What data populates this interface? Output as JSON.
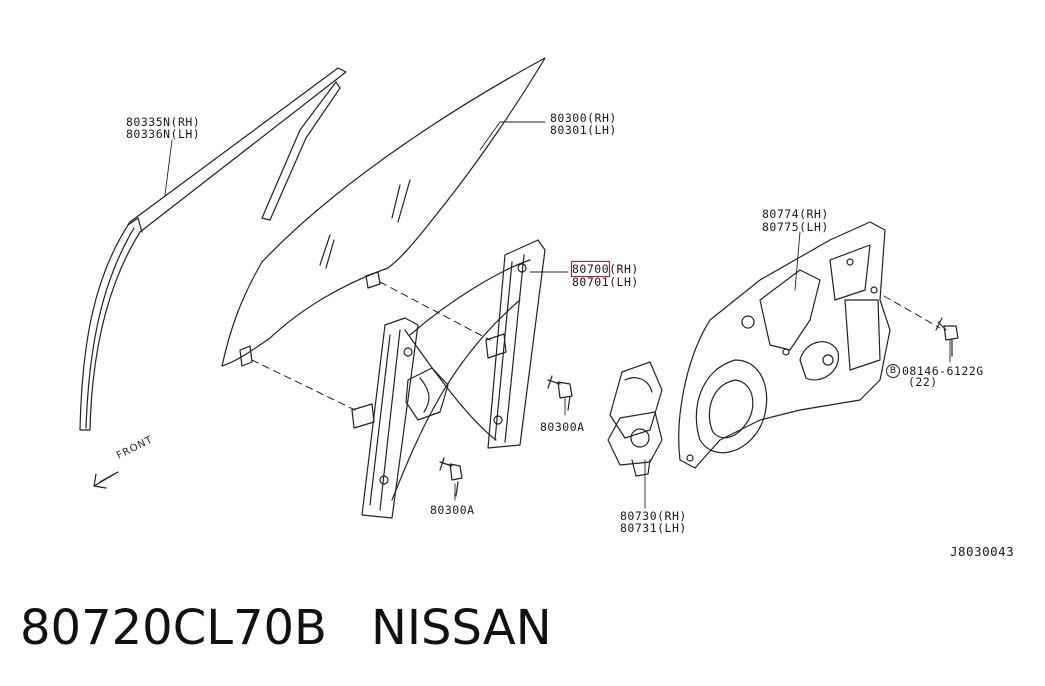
{
  "parts": {
    "sash": {
      "rh": "80335N(RH)",
      "lh": "80336N(LH)"
    },
    "glass": {
      "rh": "80300(RH)",
      "lh": "80301(LH)"
    },
    "regulator": {
      "rh_number": "80700",
      "rh_suffix": "(RH)",
      "lh": "80701(LH)"
    },
    "bolt_upper": "80300A",
    "bolt_lower": "80300A",
    "module": {
      "rh": "80774(RH)",
      "lh": "80775(LH)"
    },
    "motor": {
      "rh": "80730(RH)",
      "lh": "80731(LH)"
    },
    "bolt_b": {
      "mark": "B",
      "number": "08146-6122G",
      "qty": "(22)"
    }
  },
  "front_label": "FRONT",
  "diagram_code": "J8030043",
  "footer": {
    "part_number": "80720CL70B",
    "brand": "NISSAN"
  },
  "highlight_color": "#e01010"
}
